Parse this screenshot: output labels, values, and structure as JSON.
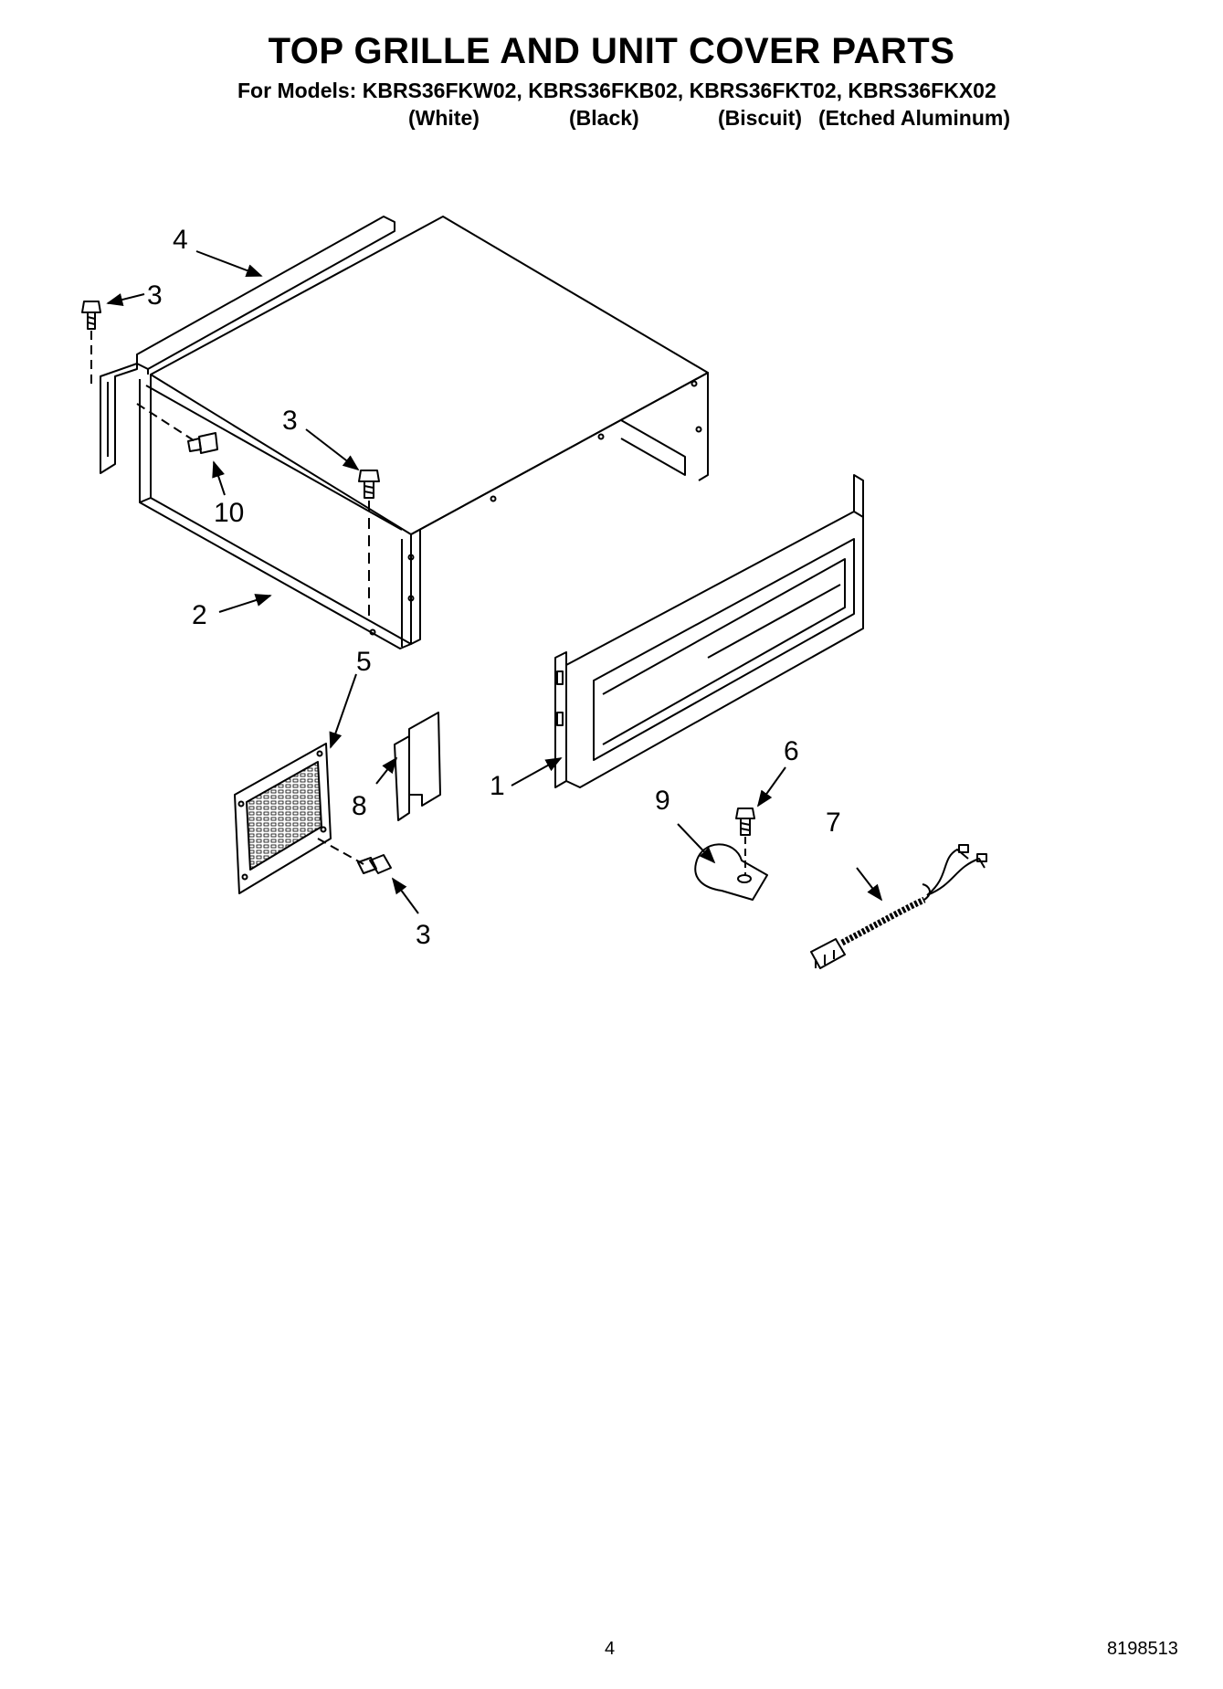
{
  "header": {
    "title": "TOP GRILLE AND UNIT COVER PARTS",
    "models_line": "For Models: KBRS36FKW02, KBRS36FKB02, KBRS36FKT02, KBRS36FKX02",
    "finishes": [
      "(White)",
      "(Black)",
      "(Biscuit)",
      "(Etched Aluminum)"
    ]
  },
  "callouts": {
    "c4": "4",
    "c3a": "3",
    "c3b": "3",
    "c10": "10",
    "c2": "2",
    "c5": "5",
    "c8": "8",
    "c3c": "3",
    "c1": "1",
    "c6": "6",
    "c9": "9",
    "c7": "7"
  },
  "footer": {
    "page_number": "4",
    "document_number": "8198513"
  }
}
